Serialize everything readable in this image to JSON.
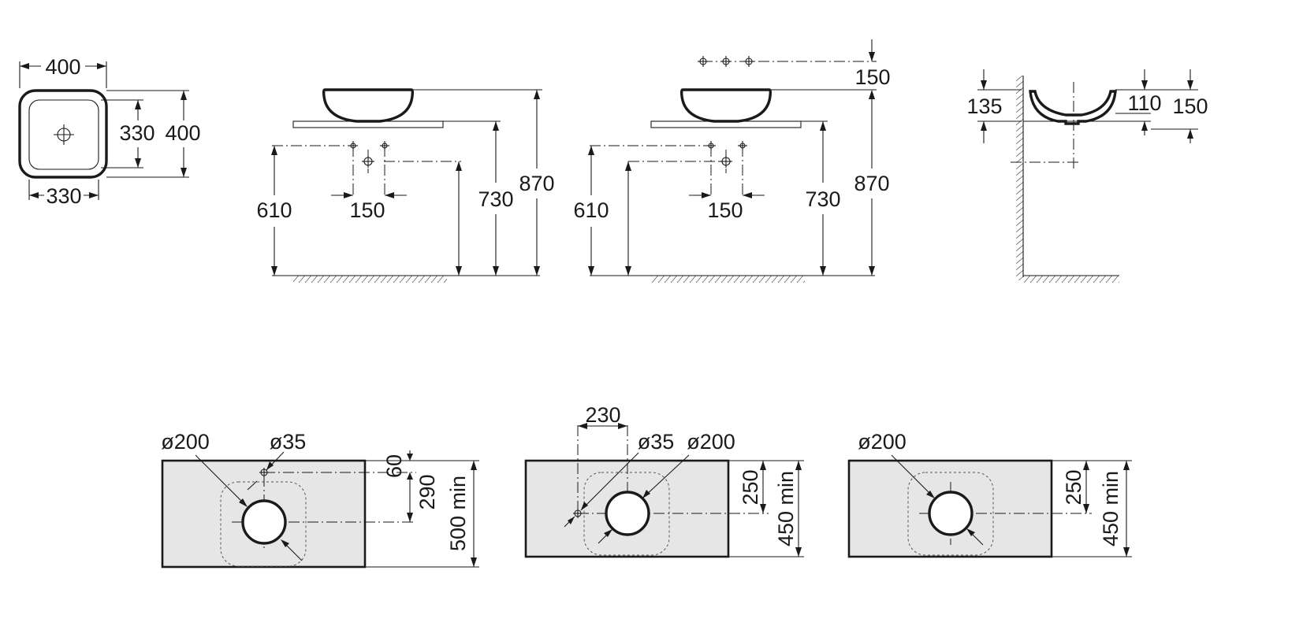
{
  "top_view": {
    "width_outer": "400",
    "width_inner": "330",
    "depth_inner": "330",
    "depth_outer": "400"
  },
  "elev_left": {
    "hole_spacing": "150",
    "height_610": "610",
    "height_730": "730",
    "height_870": "870"
  },
  "elev_mid": {
    "wall_tap_offset": "150",
    "hole_spacing": "150",
    "height_610": "610",
    "height_730": "730",
    "height_870": "870"
  },
  "side_view": {
    "dim_135": "135",
    "dim_110": "110",
    "dim_150": "150"
  },
  "plan_a": {
    "hole_label": "ø200",
    "tap_label": "ø35",
    "dim_60": "60",
    "dim_290": "290",
    "depth_label": "500 min"
  },
  "plan_b": {
    "offset_230": "230",
    "tap_label": "ø35",
    "hole_label": "ø200",
    "dim_250": "250",
    "depth_label": "450 min"
  },
  "plan_c": {
    "hole_label": "ø200",
    "dim_250": "250",
    "depth_label": "450 min"
  }
}
